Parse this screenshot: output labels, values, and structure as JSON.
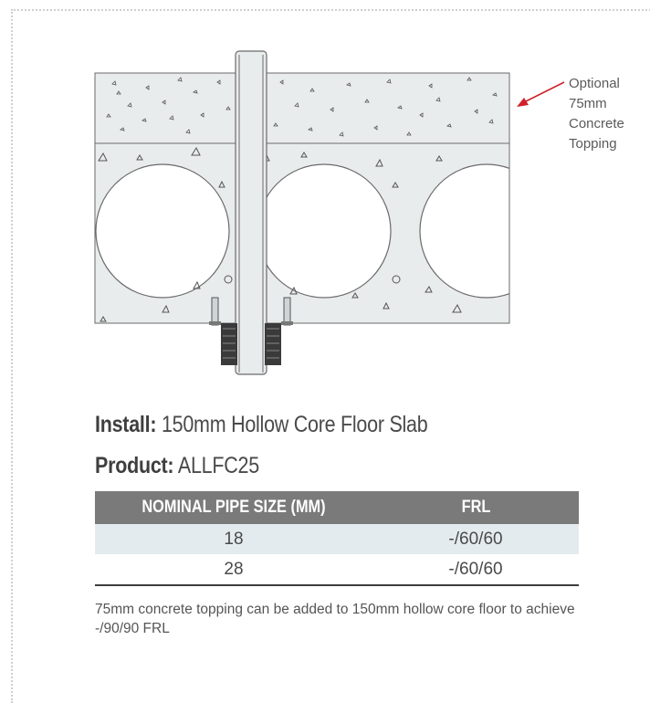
{
  "callout": {
    "lines": [
      "Optional",
      "75mm",
      "Concrete",
      "Topping"
    ],
    "arrow_color": "#d0202a"
  },
  "install": {
    "label": "Install:",
    "value": "150mm Hollow Core Floor Slab"
  },
  "product": {
    "label": "Product:",
    "value": "ALLFC25"
  },
  "table": {
    "headers": [
      "NOMINAL PIPE SIZE (MM)",
      "FRL"
    ],
    "rows": [
      [
        "18",
        "-/60/60"
      ],
      [
        "28",
        "-/60/60"
      ]
    ],
    "header_color": "#7a7a7a",
    "stripe_color": "#e4ebee"
  },
  "note": "75mm concrete topping can be added to 150mm hollow core floor to achieve -/90/90 FRL"
}
